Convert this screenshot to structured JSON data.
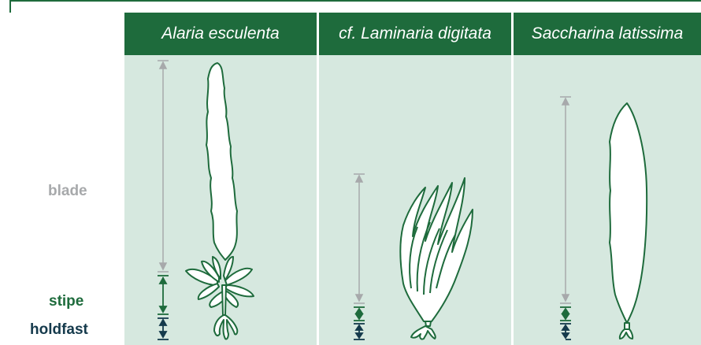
{
  "columns": [
    {
      "name": "Alaria esculenta"
    },
    {
      "name": "cf. Laminaria digitata"
    },
    {
      "name": "Saccharina latissima"
    }
  ],
  "row_labels": {
    "blade": "blade",
    "stipe": "stipe",
    "holdfast": "holdfast"
  },
  "colors": {
    "header": "#1e6b3c",
    "panel": "#d6e8df",
    "blade_label": "#a7a9ab",
    "stipe_label": "#1e6b3c",
    "holdfast_label": "#153a4c",
    "plant_outline": "#1e6b3c"
  }
}
